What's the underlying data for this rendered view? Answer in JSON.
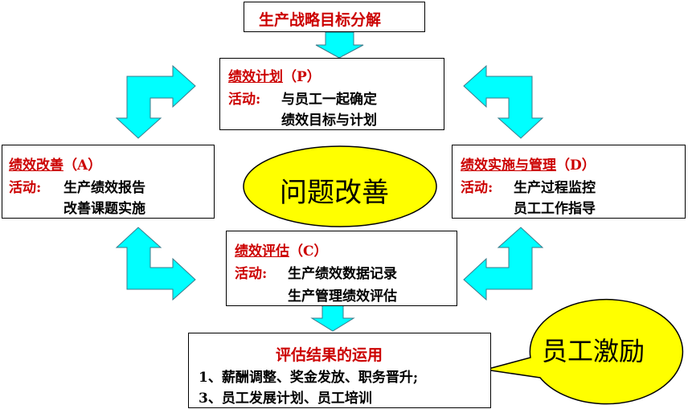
{
  "top": {
    "label": "生产战略目标分解"
  },
  "plan": {
    "title": "绩效计划",
    "tag": "（P）",
    "activity_label": "活动:",
    "lines": [
      "与员工一起确定",
      "绩效目标与计划"
    ]
  },
  "improve": {
    "title": "绩效改善",
    "tag": "（A）",
    "activity_label": "活动:",
    "lines": [
      "生产绩效报告",
      "改善课题实施"
    ]
  },
  "do": {
    "title": "绩效实施与管理",
    "tag": "（D）",
    "activity_label": "活动:",
    "lines": [
      "生产过程监控",
      "员工工作指导"
    ]
  },
  "check": {
    "title": "绩效评估",
    "tag": "（C）",
    "activity_label": "活动:",
    "lines": [
      "生产绩效数据记录",
      "生产管理绩效评估"
    ]
  },
  "center": {
    "label": "问题改善"
  },
  "result": {
    "title": "评估结果的运用",
    "lines": [
      "1、薪酬调整、奖金发放、职务晋升;",
      "3、员工发展计划、员工培训"
    ]
  },
  "callout": {
    "label": "员工激励"
  },
  "colors": {
    "arrow": "#00ffff",
    "ellipse": "#ffff00",
    "accent": "#cc0000"
  }
}
